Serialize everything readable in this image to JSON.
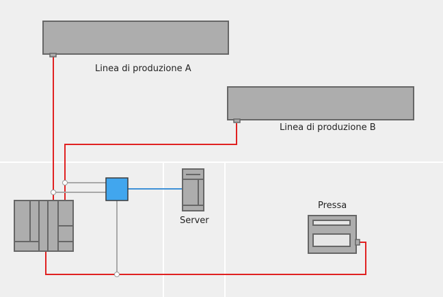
{
  "labels": {
    "line_a": "Linea di produzione A",
    "line_b": "Linea di produzione B",
    "server": "Server",
    "press": "Pressa"
  },
  "colors": {
    "background": "#efefef",
    "divider": "#ffffff",
    "device_fill": "#adadad",
    "device_stroke": "#666666",
    "red_link": "#e02020",
    "gray_link": "#a8a8a8",
    "blue_link": "#3d8fd6",
    "switch_fill": "#41a6ee",
    "switch_stroke": "#3a3a3a",
    "junction_fill": "#ffffff"
  }
}
